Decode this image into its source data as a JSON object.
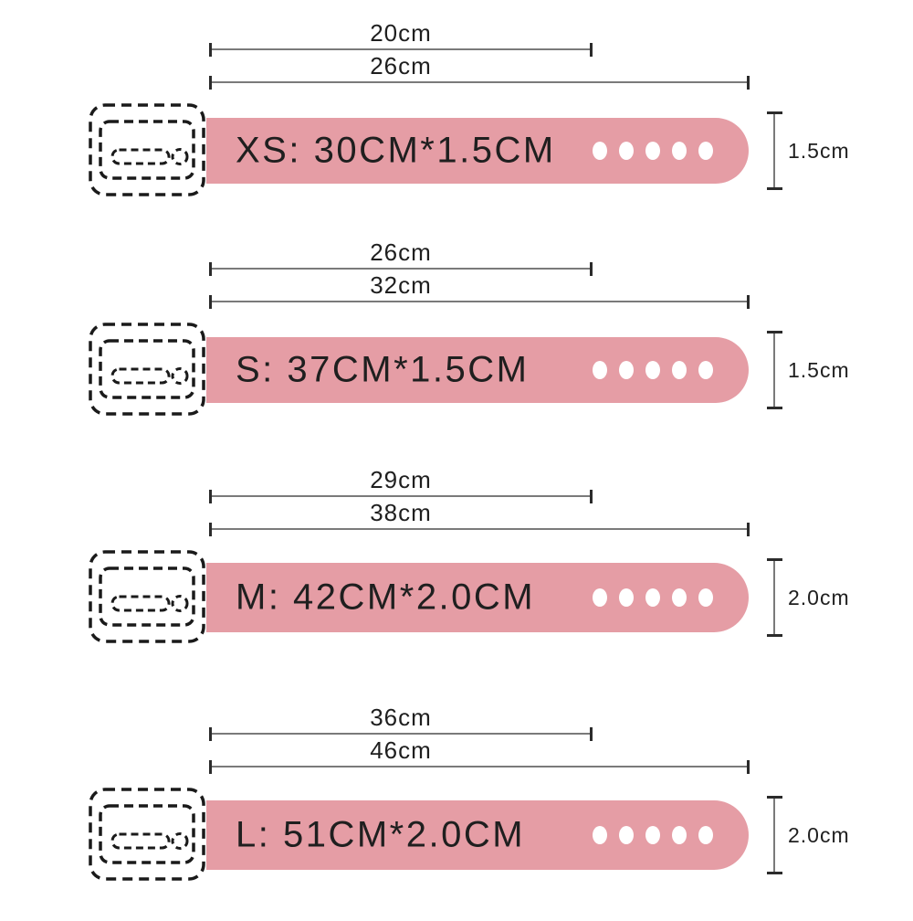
{
  "colors": {
    "strap_pink": "#e59da5",
    "strap_text": "#1f1f1f",
    "dim_line": "#7a7a7a",
    "dim_tick": "#2b2b2b",
    "buckle_stroke": "#1a1a1a",
    "hole_fill": "#ffffff",
    "label_text": "#1f1f1f"
  },
  "holes_per_strap": 5,
  "straps": [
    {
      "size_label": "XS: 30CM*1.5CM",
      "inner_length": "20cm",
      "outer_length": "26cm",
      "width_label": "1.5cm"
    },
    {
      "size_label": "S: 37CM*1.5CM",
      "inner_length": "26cm",
      "outer_length": "32cm",
      "width_label": "1.5cm"
    },
    {
      "size_label": "M: 42CM*2.0CM",
      "inner_length": "29cm",
      "outer_length": "38cm",
      "width_label": "2.0cm"
    },
    {
      "size_label": "L: 51CM*2.0CM",
      "inner_length": "36cm",
      "outer_length": "46cm",
      "width_label": "2.0cm"
    }
  ]
}
